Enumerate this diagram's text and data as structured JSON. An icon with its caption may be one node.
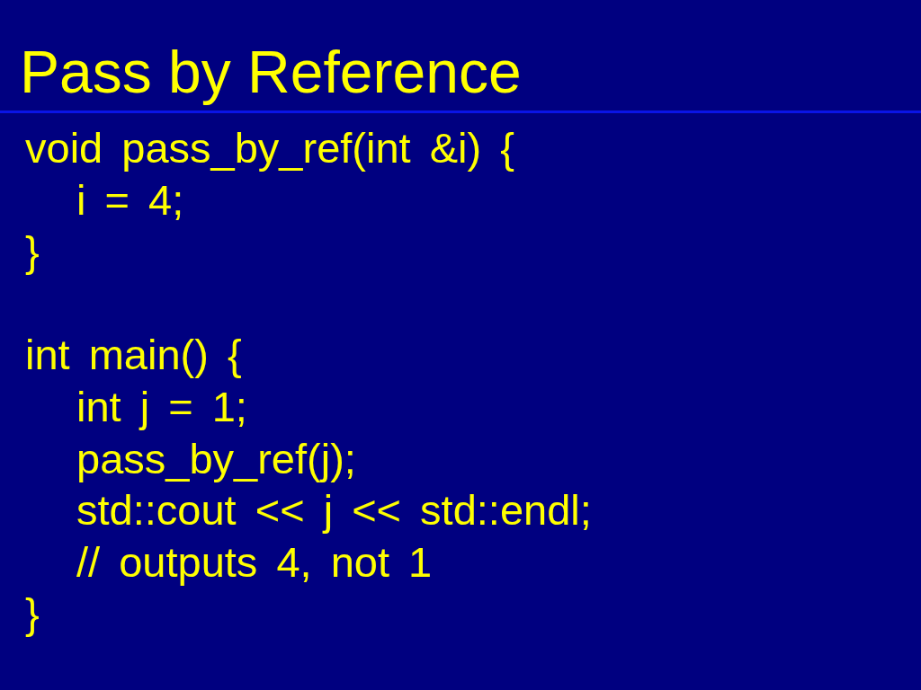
{
  "diagram": {
    "title": "Pass by Reference",
    "labels": [
      "void pass_by_ref(int &i) {",
      "i = 4;",
      "}",
      "int main() {",
      "int j = 1;",
      "pass_by_ref(j);",
      "std::cout << j << std::endl;",
      "// outputs 4, not 1",
      "}"
    ]
  }
}
